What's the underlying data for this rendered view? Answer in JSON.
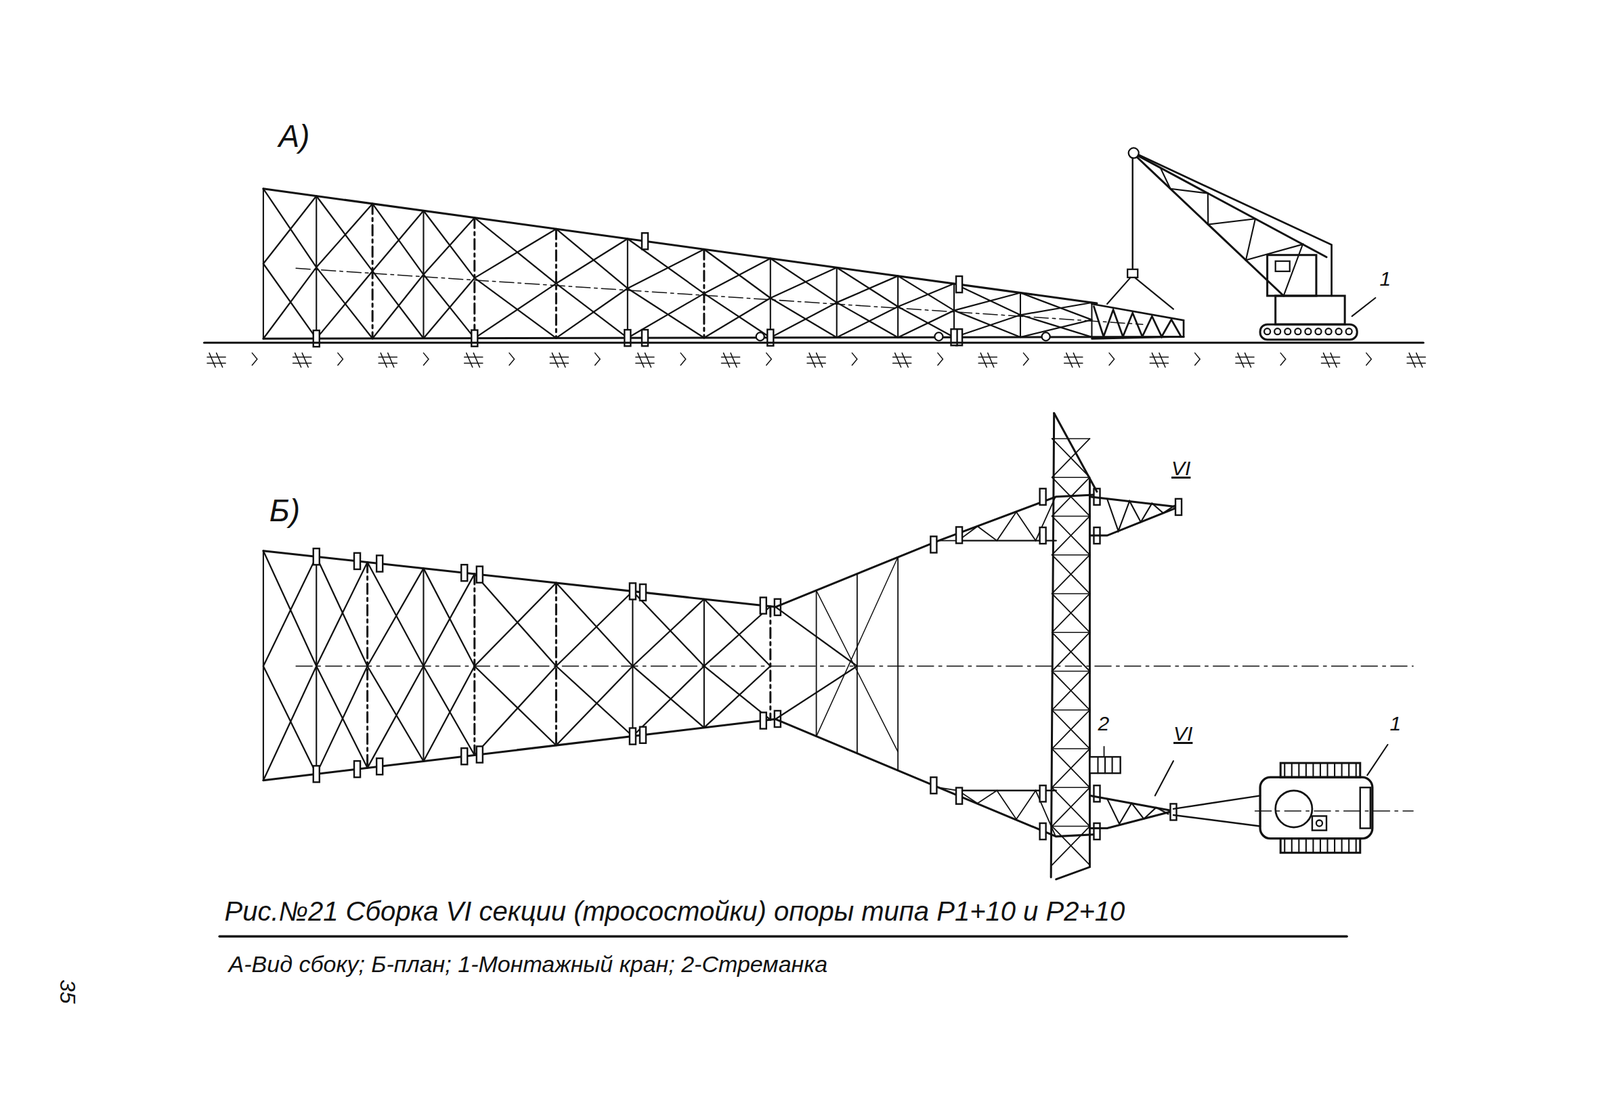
{
  "diagram": {
    "caption": "Рис.№21 Сборка VI секции (тросостойки) опоры типа Р1+10 и Р2+10",
    "labels": [
      "А)",
      "Б)",
      "VI",
      "VI",
      "2",
      "1",
      "1",
      "А-Вид сбоку; Б-план; 1-Монтажный кран; 2-Стреманка",
      "35"
    ]
  }
}
